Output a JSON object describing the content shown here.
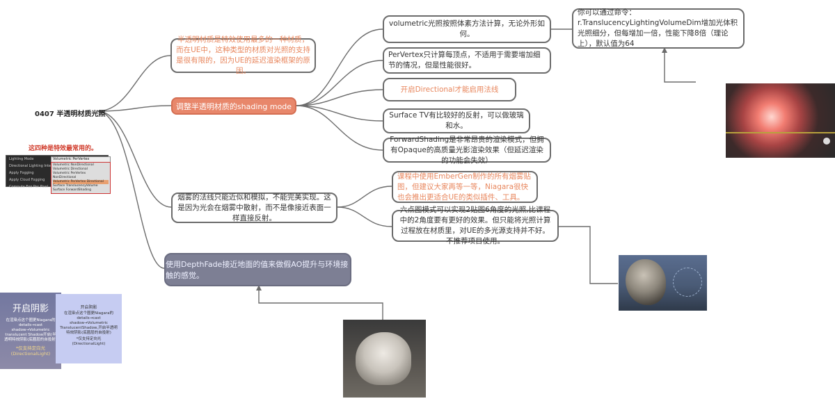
{
  "root": {
    "label": "0407 半透明材质光照"
  },
  "note": {
    "text": "这四种是特效最常用的。"
  },
  "panel": {
    "rows": [
      "Lighting Mode",
      "Directional Lighting Intensity",
      "Apply Fogging",
      "Apply Cloud Fogging",
      "Compute Fog Per Pixel"
    ],
    "selected": "Volumetric PerVertex Directional",
    "options": [
      "Volumetric NonDirectional",
      "Volumetric Directional",
      "Volumetric PerVertex NonDirectional",
      "Volumetric PerVertex Directional",
      "Surface TranslucencyVolume",
      "Surface ForwardShading"
    ]
  },
  "nodes": {
    "translucent_intro": "半透明材质是特效使用最多的一种材质，而在UE中，这种类型的材质对光照的支持是很有限的，因为UE的延迟渲染框架的原因。",
    "shading_mode": "调整半透明材质的shading mode",
    "volumetric": "volumetric光照按照体素方法计算，无论外形如何。",
    "pervertex": "PerVertex只计算每顶点，不适用于需要增加细节的情况，但是性能很好。",
    "directional": "开启Directional才能启用法线",
    "surface_tv": "Surface TV有比较好的反射，可以做玻璃和水。",
    "forward": "ForwardShading是非常昂贵的渲染模式，但拥有Opaque的高质量光影渲染效果（但延迟渲染的功能会失效）",
    "command": "你可以通过命令：r.TranslucencyLightingVolumeDim增加光体积光照细分，但每增加一倍，性能下降8倍（理论上），默认值为64",
    "smoke_normal": "烟雾的法线只能近似和模拟，不能完美实现。这是因为光会在烟雾中散射，而不是像接近表面一样直接反射。",
    "embergen": "课程中使用EmberGen制作的所有烟雾贴图，但建议大家再等一等，Niagara很快也会推出更适合UE的类似插件、工具。",
    "six_point": "六点图模式可以实现2贴图6角度的光照,比课程中的2角度要有更好的效果。但只能将光照计算过程放在材质里，对UE的多光源支持并不好。不推荐项目使用。",
    "depthfade": "使用DepthFade接近地面的值来做假AO提升与环境接触的感觉。"
  },
  "shadow_card_left": {
    "title": "开启阴影",
    "body": "在渲染点这个圈更Niagara的details→cast shadow→Volumetric translucent Shadow开启(半透明特效阴影(底圈层的自投射)",
    "footnote": "*仅支持定向光(DirectionalLight)"
  },
  "shadow_card_right": {
    "title": "开启阴影",
    "body": "在渲染点这个圈更Niagara的details→cast shadow→Volumetric TranslucentShadow,开启半透明特效阴影(底圈层的自投射)",
    "footnote": "*仅支持定向光(DirectionalLight)"
  },
  "colors": {
    "hub": "#e8876b",
    "gray_node": "#7d7f94",
    "orange_text": "#e8875e",
    "link": "#6b6b6b"
  }
}
